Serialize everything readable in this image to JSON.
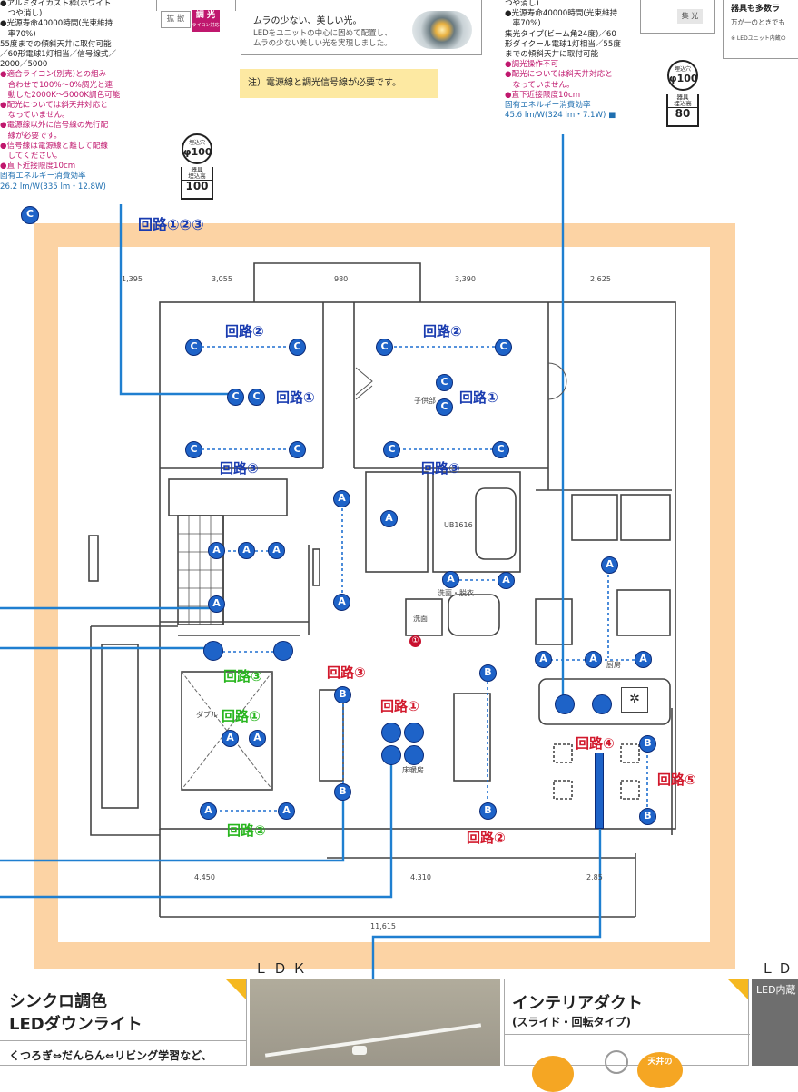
{
  "left_spec": {
    "lines": [
      {
        "text": "●アルミダイカスト枠(ホワイト",
        "c": ""
      },
      {
        "text": "　つや消し)",
        "c": ""
      },
      {
        "text": "●光源寿命40000時間(光束維持",
        "c": ""
      },
      {
        "text": "　率70%)",
        "c": ""
      },
      {
        "text": "55度までの傾斜天井に取付可能",
        "c": ""
      },
      {
        "text": "／60形電球1灯相当／信号線式／",
        "c": ""
      },
      {
        "text": "2000／5000",
        "c": ""
      },
      {
        "text": "●適合ライコン(別売)との組み",
        "c": "m"
      },
      {
        "text": "　合わせで100%〜0%調光と連",
        "c": "m"
      },
      {
        "text": "　動した2000K〜5000K調色可能",
        "c": "m"
      },
      {
        "text": "●配光については斜天井対応と",
        "c": "m"
      },
      {
        "text": "　なっていません。",
        "c": "m"
      },
      {
        "text": "●電源線以外に信号線の先行配",
        "c": "m"
      },
      {
        "text": "　線が必要です。",
        "c": "m"
      },
      {
        "text": "●信号線は電源線と離して配線",
        "c": "m"
      },
      {
        "text": "　してください。",
        "c": "m"
      },
      {
        "text": "●直下近接限度10cm",
        "c": "m"
      },
      {
        "text": "固有エネルギー消費効率",
        "c": "b"
      },
      {
        "text": "26.2 lm/W(335 lm・12.8W)",
        "c": "b"
      }
    ],
    "badge_diffuse": "拡 散",
    "badge_dim": "調 光",
    "badge_dim_sub": "ライコン対応",
    "hole_label": "埋込穴",
    "hole_value": "φ100",
    "depth_label1": "器具",
    "depth_label2": "埋込高",
    "depth_value": "100",
    "c_marker": "C"
  },
  "center_box": {
    "title": "ムラの少ない、美しい光。",
    "desc1": "LEDをユニットの中心に固めて配置し、",
    "desc2": "ムラの少ない美しい光を実現しました。",
    "note": "注）電源線と調光信号線が必要です。"
  },
  "right_spec": {
    "lines": [
      {
        "text": "つや消し)",
        "c": ""
      },
      {
        "text": "●光源寿命40000時間(光束維持",
        "c": ""
      },
      {
        "text": "　率70%)",
        "c": ""
      },
      {
        "text": "集光タイプ(ビーム角24度)／60",
        "c": ""
      },
      {
        "text": "形ダイクール電球1灯相当／55度",
        "c": ""
      },
      {
        "text": "までの傾斜天井に取付可能",
        "c": ""
      },
      {
        "text": "●調光操作不可",
        "c": "m"
      },
      {
        "text": "●配光については斜天井対応と",
        "c": "m"
      },
      {
        "text": "　なっていません。",
        "c": "m"
      },
      {
        "text": "●直下近接限度10cm",
        "c": "m"
      },
      {
        "text": "固有エネルギー消費効率",
        "c": "b"
      },
      {
        "text": "45.6 lm/W(324 lm・7.1W) ■",
        "c": "b"
      }
    ],
    "badge_focus": "集 光",
    "hole_label": "埋込穴",
    "hole_value": "φ100",
    "depth_label1": "器具",
    "depth_label2": "埋込高",
    "depth_value": "80"
  },
  "far_right": {
    "line1": "器具も多数ラ",
    "line2": "万が一のときでも",
    "line3": "※ LEDユニット内蔵の"
  },
  "plan": {
    "circuit_top_label": "回路①②③",
    "dims_top": [
      "1,395",
      "3,055",
      "980",
      "3,390",
      "2,625"
    ],
    "dims_bottom": [
      "4,450",
      "4,310",
      "2,85"
    ],
    "dim_total": "11,615",
    "room_kids": "子供部",
    "room_ub": "UB1616",
    "room_wash": "洗面",
    "room_wash2": "洗面・脱衣",
    "room_kitchen": "厨房",
    "room_double": "ダブル",
    "room_living": "床暖房",
    "labels": {
      "c2a": "回路②",
      "c2b": "回路②",
      "c1a": "回路①",
      "c1b": "回路①",
      "c3a": "回路③",
      "c3b": "回路③",
      "g3": "回路③",
      "g1": "回路①",
      "g2": "回路②",
      "r3": "回路③",
      "r1": "回路①",
      "r2": "回路②",
      "r4": "回路④",
      "r5": "回路⑤"
    },
    "markers": {
      "A": "A",
      "B": "B",
      "C": "C"
    },
    "circle_count": "①"
  },
  "bottom": {
    "ldk1": "ＬＤＫ",
    "ldk2": "ＬＤＩ",
    "p1_title1": "シンクロ調色",
    "p1_title2": "LEDダウンライト",
    "p1_desc": "くつろぎ⇔だんらん⇔リビング学習など、",
    "p3_title": "インテリアダクト",
    "p3_sub": "(スライド・回転タイプ)",
    "p3_badge": "天井の",
    "p4_tag": "LED内蔵"
  },
  "colors": {
    "orange": "#fcd3a4",
    "blue": "#1e63c8",
    "wire": "#1f7fd0",
    "magenta": "#c0186e"
  }
}
